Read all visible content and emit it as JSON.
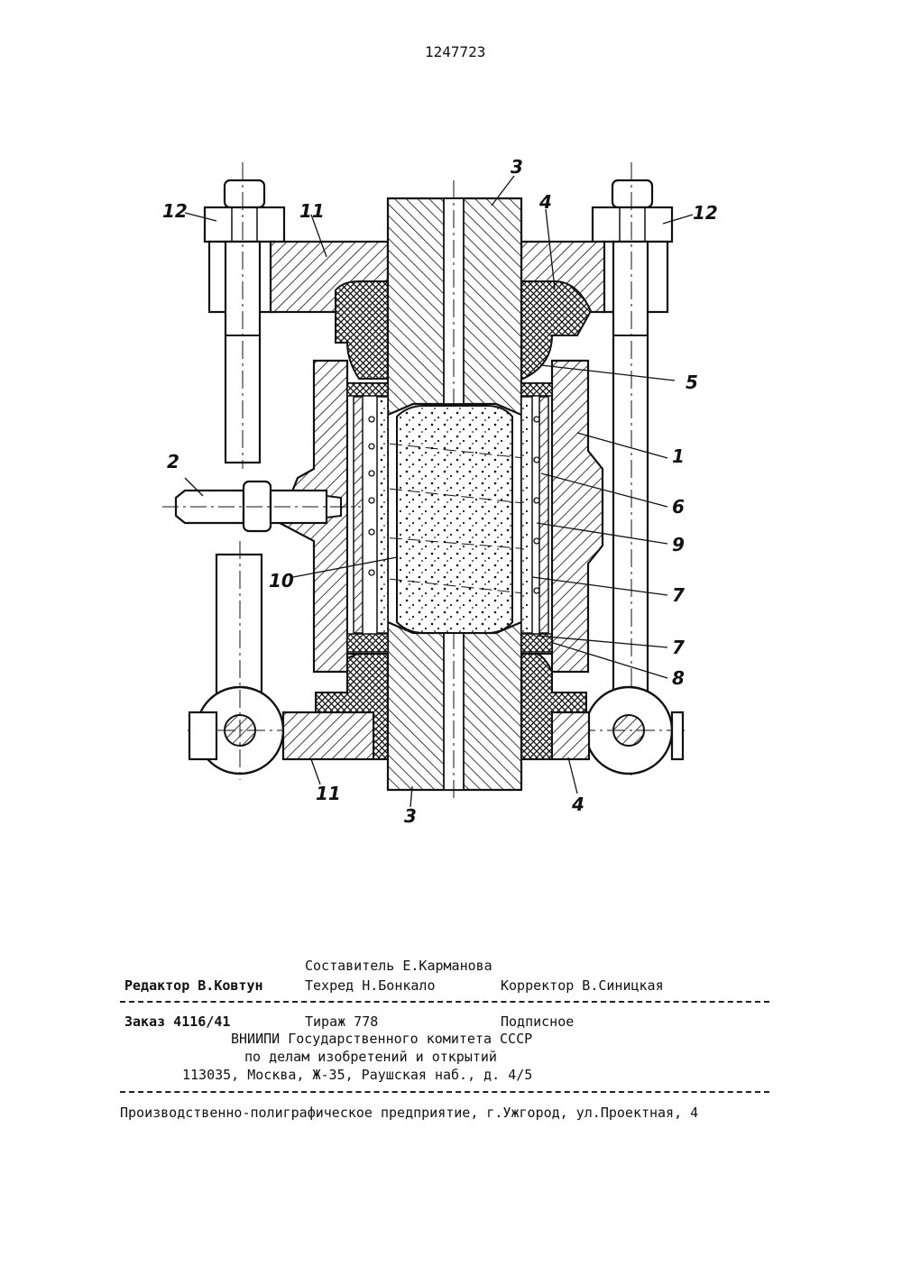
{
  "document": {
    "patent_number": "1247723"
  },
  "figure": {
    "callouts": {
      "c1": "1",
      "c2": "2",
      "c3_top": "3",
      "c3_bottom": "3",
      "c4_top": "4",
      "c4_bottom": "4",
      "c5": "5",
      "c6": "6",
      "c7a": "7",
      "c7b": "7",
      "c8": "8",
      "c9": "9",
      "c10": "10",
      "c11_top": "11",
      "c11_bottom": "11",
      "c12_left": "12",
      "c12_right": "12"
    }
  },
  "footer": {
    "compiler": "Составитель Е.Карманова",
    "editor": "Редактор В.Ковтун",
    "techred": "Техред Н.Бонкало",
    "corrector": "Корректор В.Синицкая",
    "order": "Заказ 4116/41",
    "circulation": "Тираж 778",
    "subscription": "Подписное",
    "org_line1": "ВНИИПИ Государственного комитета СССР",
    "org_line2": "по делам изобретений и открытий",
    "address": "113035, Москва, Ж-35, Раушская наб., д. 4/5",
    "printer": "Производственно-полиграфическое предприятие, г.Ужгород, ул.Проектная, 4"
  }
}
